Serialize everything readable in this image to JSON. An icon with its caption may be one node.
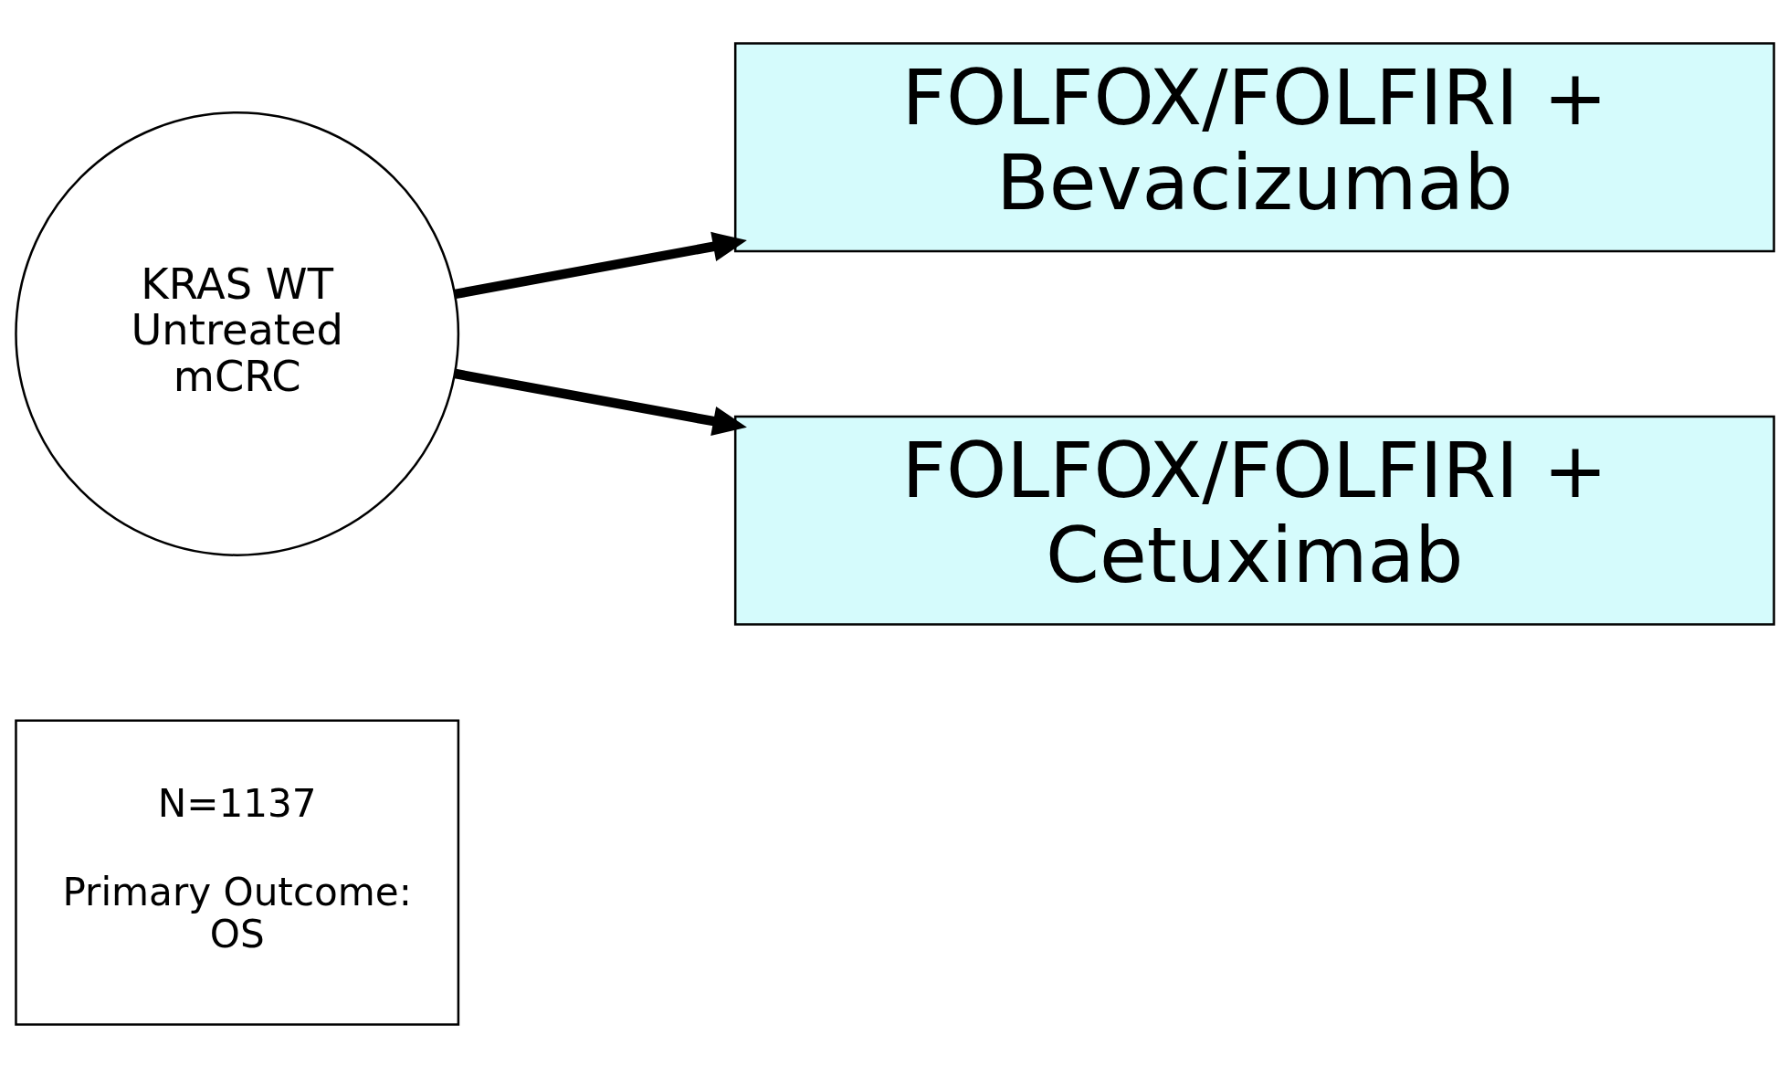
{
  "diagram": {
    "nodes": [
      {
        "text": [
          "KRAS WT Untreated mCRC"
        ]
      },
      {
        "text": [
          "FOLFOX/FOLFIRI + Bevacizumab"
        ]
      },
      {
        "text": [
          "FOLFOX/FOLFIRI + Cetuximab"
        ]
      },
      {
        "text": [
          "N=1137",
          "Primary Outcome: OS"
        ]
      }
    ],
    "edges": [
      {
        "from": 0,
        "to": 1,
        "arrow": "to"
      },
      {
        "from": 0,
        "to": 2,
        "arrow": "to"
      }
    ]
  }
}
